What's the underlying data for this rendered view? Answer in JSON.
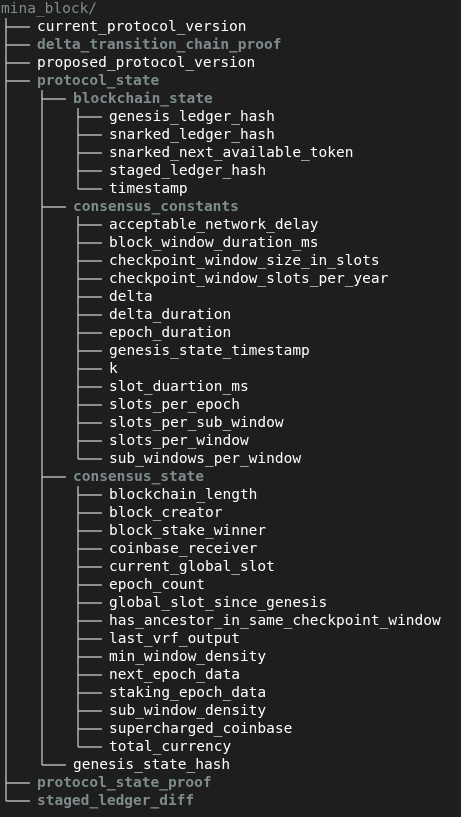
{
  "tree": {
    "root": "mina_block/",
    "colors": {
      "background": "#1e1e1e",
      "directory": "#7f8c8d",
      "file": "#ffffff",
      "line": "#d0d0d0"
    },
    "nodes": [
      {
        "label": "current_protocol_version",
        "kind": "file",
        "depth": 1
      },
      {
        "label": "delta_transition_chain_proof",
        "kind": "dir",
        "depth": 1
      },
      {
        "label": "proposed_protocol_version",
        "kind": "file",
        "depth": 1
      },
      {
        "label": "protocol_state",
        "kind": "dir",
        "depth": 1
      },
      {
        "label": "blockchain_state",
        "kind": "dir",
        "depth": 2
      },
      {
        "label": "genesis_ledger_hash",
        "kind": "file",
        "depth": 3
      },
      {
        "label": "snarked_ledger_hash",
        "kind": "file",
        "depth": 3
      },
      {
        "label": "snarked_next_available_token",
        "kind": "file",
        "depth": 3
      },
      {
        "label": "staged_ledger_hash",
        "kind": "file",
        "depth": 3
      },
      {
        "label": "timestamp",
        "kind": "file",
        "depth": 3
      },
      {
        "label": "consensus_constants",
        "kind": "dir",
        "depth": 2
      },
      {
        "label": "acceptable_network_delay",
        "kind": "file",
        "depth": 3
      },
      {
        "label": "block_window_duration_ms",
        "kind": "file",
        "depth": 3
      },
      {
        "label": "checkpoint_window_size_in_slots",
        "kind": "file",
        "depth": 3
      },
      {
        "label": "checkpoint_window_slots_per_year",
        "kind": "file",
        "depth": 3
      },
      {
        "label": "delta",
        "kind": "file",
        "depth": 3
      },
      {
        "label": "delta_duration",
        "kind": "file",
        "depth": 3
      },
      {
        "label": "epoch_duration",
        "kind": "file",
        "depth": 3
      },
      {
        "label": "genesis_state_timestamp",
        "kind": "file",
        "depth": 3
      },
      {
        "label": "k",
        "kind": "file",
        "depth": 3
      },
      {
        "label": "slot_duartion_ms",
        "kind": "file",
        "depth": 3
      },
      {
        "label": "slots_per_epoch",
        "kind": "file",
        "depth": 3
      },
      {
        "label": "slots_per_sub_window",
        "kind": "file",
        "depth": 3
      },
      {
        "label": "slots_per_window",
        "kind": "file",
        "depth": 3
      },
      {
        "label": "sub_windows_per_window",
        "kind": "file",
        "depth": 3
      },
      {
        "label": "consensus_state",
        "kind": "dir",
        "depth": 2
      },
      {
        "label": "blockchain_length",
        "kind": "file",
        "depth": 3
      },
      {
        "label": "block_creator",
        "kind": "file",
        "depth": 3
      },
      {
        "label": "block_stake_winner",
        "kind": "file",
        "depth": 3
      },
      {
        "label": "coinbase_receiver",
        "kind": "file",
        "depth": 3
      },
      {
        "label": "current_global_slot",
        "kind": "file",
        "depth": 3
      },
      {
        "label": "epoch_count",
        "kind": "file",
        "depth": 3
      },
      {
        "label": "global_slot_since_genesis",
        "kind": "file",
        "depth": 3
      },
      {
        "label": "has_ancestor_in_same_checkpoint_window",
        "kind": "file",
        "depth": 3
      },
      {
        "label": "last_vrf_output",
        "kind": "file",
        "depth": 3
      },
      {
        "label": "min_window_density",
        "kind": "file",
        "depth": 3
      },
      {
        "label": "next_epoch_data",
        "kind": "file",
        "depth": 3
      },
      {
        "label": "staking_epoch_data",
        "kind": "file",
        "depth": 3
      },
      {
        "label": "sub_window_density",
        "kind": "file",
        "depth": 3
      },
      {
        "label": "supercharged_coinbase",
        "kind": "file",
        "depth": 3
      },
      {
        "label": "total_currency",
        "kind": "file",
        "depth": 3
      },
      {
        "label": "genesis_state_hash",
        "kind": "file",
        "depth": 2
      },
      {
        "label": "protocol_state_proof",
        "kind": "dir",
        "depth": 1
      },
      {
        "label": "staged_ledger_diff",
        "kind": "dir",
        "depth": 1
      }
    ]
  }
}
